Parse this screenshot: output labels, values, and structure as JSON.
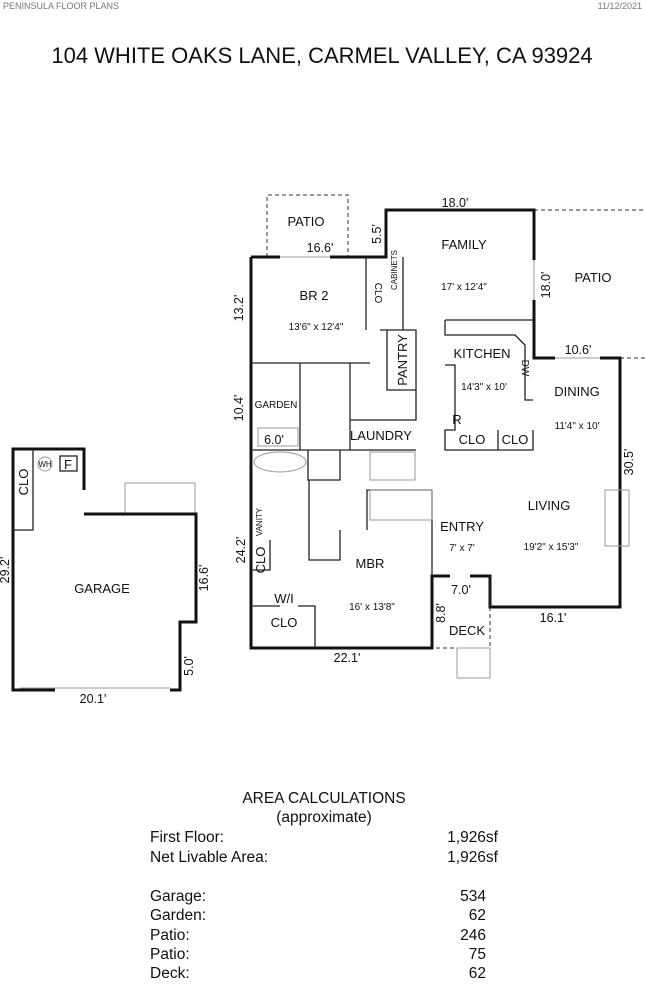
{
  "header": {
    "company": "PENINSULA FLOOR PLANS",
    "date": "11/12/2021"
  },
  "title": "104 WHITE OAKS LANE, CARMEL VALLEY, CA  93924",
  "rooms": {
    "patio_top": "PATIO",
    "br2": "BR 2",
    "br2_size": "13'6\" x 12'4\"",
    "clo_br2": "CLO",
    "cabinets": "CABINETS",
    "family": "FAMILY",
    "family_size": "17' x 12'4\"",
    "patio_right": "PATIO",
    "pantry": "PANTRY",
    "kitchen": "KITCHEN",
    "kitchen_size": "14'3\" x 10'",
    "dw": "DW",
    "r": "R",
    "dining": "DINING",
    "dining_size": "11'4\" x 10'",
    "clo_k1": "CLO",
    "clo_k2": "CLO",
    "garden": "GARDEN",
    "laundry": "LAUNDRY",
    "vanity": "VANITY",
    "clo_mbr": "CLO",
    "mbr": "MBR",
    "mbr_size": "16' x 13'8\"",
    "wi": "W/I",
    "wi_clo": "CLO",
    "entry": "ENTRY",
    "entry_size": "7' x 7'",
    "living": "LIVING",
    "living_size": "19'2\" x 15'3\"",
    "deck": "DECK",
    "garage": "GARAGE",
    "clo_garage": "CLO",
    "wh": "WH",
    "f": "F"
  },
  "dimensions": {
    "d18_top": "18.0'",
    "d5_5": "5.5'",
    "d16_6": "16.6'",
    "d18_side": "18.0'",
    "d13_2": "13.2'",
    "d10_6": "10.6'",
    "d10_4": "10.4'",
    "d6_0": "6.0'",
    "d30_5": "30.5'",
    "d24_2": "24.2'",
    "d7_0": "7.0'",
    "d8_8": "8.8'",
    "d16_1": "16.1'",
    "d22_1": "22.1'",
    "d29_2": "29.2'",
    "d16_6g": "16.6'",
    "d5_0": "5.0'",
    "d20_1": "20.1'"
  },
  "area": {
    "heading": "AREA CALCULATIONS",
    "subheading": "(approximate)",
    "main_rows": [
      {
        "label": "First  Floor:",
        "value": "1,926sf"
      },
      {
        "label": "Net Livable Area:",
        "value": "1,926sf"
      }
    ],
    "other_rows": [
      {
        "label": "Garage:",
        "value": "534"
      },
      {
        "label": "Garden:",
        "value": "62"
      },
      {
        "label": "Patio:",
        "value": "246"
      },
      {
        "label": "Patio:",
        "value": "75"
      },
      {
        "label": "Deck:",
        "value": "62"
      }
    ]
  }
}
